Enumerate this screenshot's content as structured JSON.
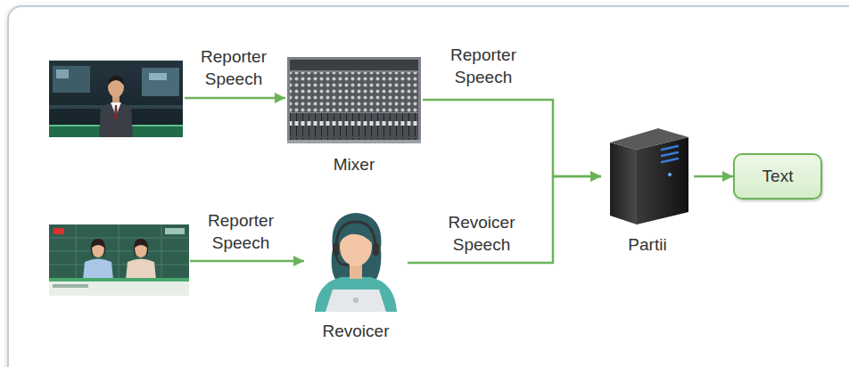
{
  "diagram": {
    "nodes": [
      {
        "text": [
          "Mixer"
        ]
      },
      {
        "text": [
          "Revoicer"
        ]
      },
      {
        "text": [
          "Partii"
        ]
      },
      {
        "text": [
          "Text"
        ]
      }
    ],
    "edges": [
      {
        "from": 0,
        "to": 2,
        "label": "Reporter Speech",
        "arrow": "to"
      },
      {
        "from": 1,
        "to": 2,
        "label": "Revoicer Speech",
        "arrow": "to"
      },
      {
        "from": 2,
        "to": 3,
        "arrow": "to"
      }
    ],
    "labels": [
      "Reporter Speech",
      "Reporter Speech"
    ]
  }
}
